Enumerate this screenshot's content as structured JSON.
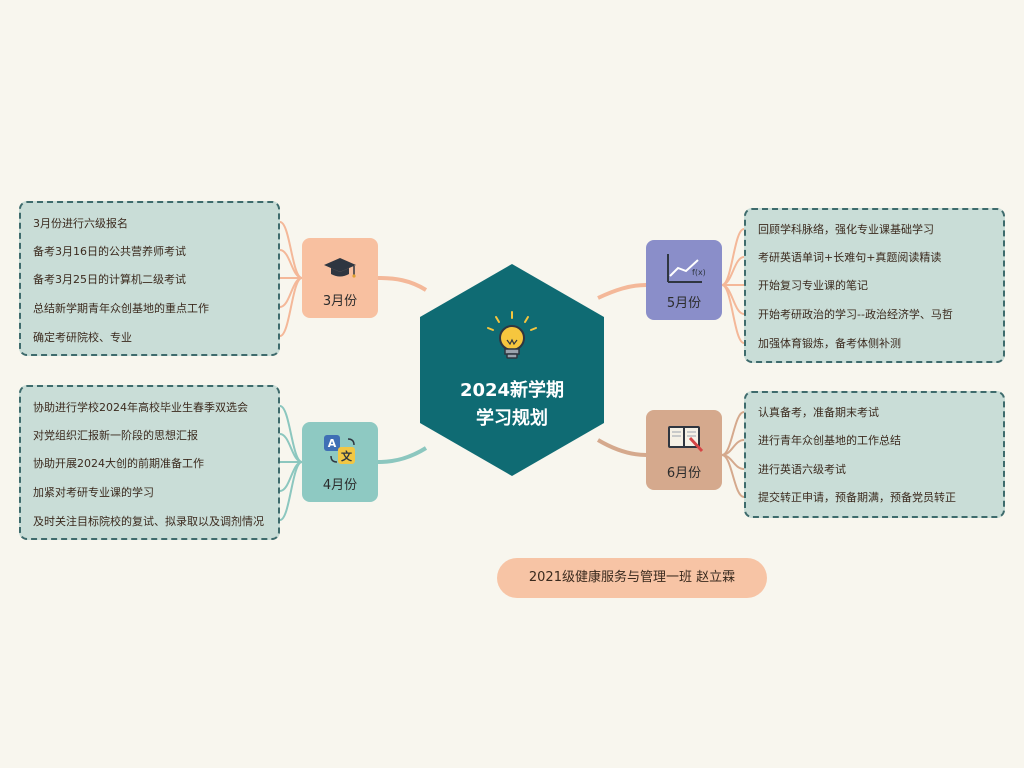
{
  "center": {
    "title_line1": "2024新学期",
    "title_line2": "学习规划",
    "icon": "lightbulb-icon",
    "color": "#0f6b73"
  },
  "branches": {
    "march": {
      "label": "3月份",
      "icon": "graduation-cap-icon",
      "color": "#f8c0a0",
      "items": [
        "3月份进行六级报名",
        "备考3月16日的公共营养师考试",
        "备考3月25日的计算机二级考试",
        "总结新学期青年众创基地的重点工作",
        "确定考研院校、专业"
      ]
    },
    "april": {
      "label": "4月份",
      "icon": "translate-icon",
      "color": "#8ec9c2",
      "items": [
        "协助进行学校2024年高校毕业生春季双选会",
        "对党组织汇报新一阶段的思想汇报",
        "协助开展2024大创的前期准备工作",
        "加紧对考研专业课的学习",
        "及时关注目标院校的复试、拟录取以及调剂情况"
      ]
    },
    "may": {
      "label": "5月份",
      "icon": "function-graph-icon",
      "color": "#8a8ec9",
      "items": [
        "回顾学科脉络，强化专业课基础学习",
        "考研英语单词+长难句+真题阅读精读",
        "开始复习专业课的笔记",
        "开始考研政治的学习--政治经济学、马哲",
        "加强体育锻炼，备考体侧补测"
      ]
    },
    "june": {
      "label": "6月份",
      "icon": "book-pencil-icon",
      "color": "#d5a98d",
      "items": [
        "认真备考，准备期末考试",
        "进行青年众创基地的工作总结",
        "进行英语六级考试",
        "提交转正申请，预备期满，预备党员转正"
      ]
    }
  },
  "footer": {
    "text": "2021级健康服务与管理一班   赵立霖"
  },
  "colors": {
    "background": "#f8f6ee",
    "panel": "#c9ddd7",
    "panel_border": "#3e6b6c",
    "link_march": "#f4b899",
    "link_april": "#8cc7bf",
    "link_may": "#f4b899",
    "link_june": "#d5a98d"
  }
}
